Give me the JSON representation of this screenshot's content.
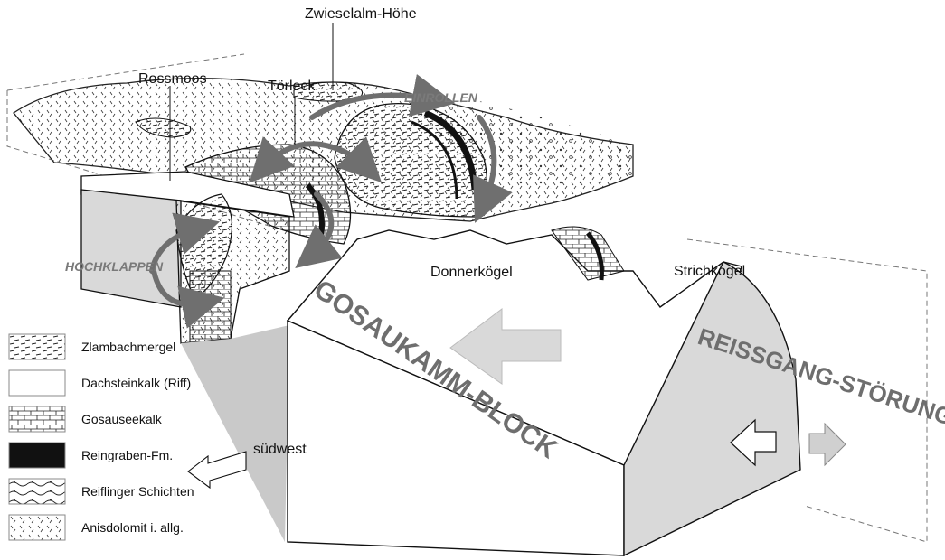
{
  "places": {
    "zwieselalm": "Zwieselalm-Höhe",
    "toerleck": "Törleck",
    "rossmoos": "Rossmoos",
    "donnerkogel": "Donnerkögel",
    "strichkogel": "Strichkogel"
  },
  "motions": {
    "einrollen": "EINROLLEN",
    "hochklappen": "HOCHKLAPPEN"
  },
  "blocks": {
    "gosaukamm": "GOSAUKAMM-BLOCK",
    "reissgang": "REISSGANG-STÖRUNG"
  },
  "direction": "südwest",
  "legend": [
    {
      "label": "Zlambachmergel",
      "pattern": "dashes"
    },
    {
      "label": "Dachsteinkalk (Riff)",
      "pattern": "blank"
    },
    {
      "label": "Gosauseekalk",
      "pattern": "brick"
    },
    {
      "label": "Reingraben-Fm.",
      "pattern": "black"
    },
    {
      "label": "Reiflinger Schichten",
      "pattern": "wavy"
    },
    {
      "label": "Anisdolomit i. allg.",
      "pattern": "ticks"
    }
  ],
  "colors": {
    "block_gray": "#d9d9d9",
    "arrow_gray": "#6f6f6f",
    "text_gray": "#6e6e6e"
  }
}
